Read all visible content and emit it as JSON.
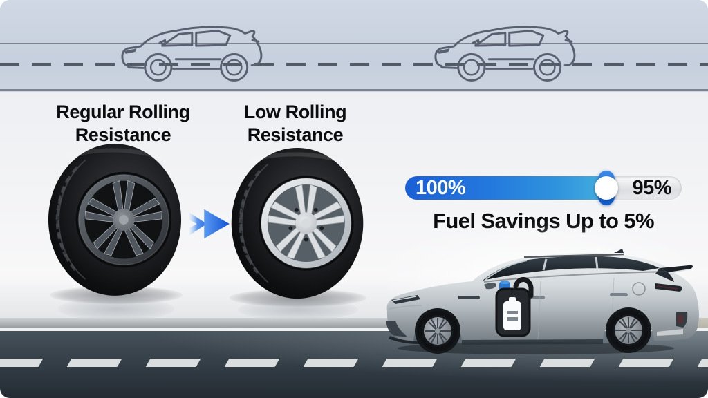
{
  "colors": {
    "sky_band": "#c6cfdd",
    "road_line": "#525a66",
    "accent_blue": "#1b60d6",
    "accent_cyan": "#45afdf",
    "track_gray": "#dcdee1",
    "asphalt": "#3a454e",
    "lane_marking": "#e8ebec",
    "text_dark": "#0b0c0d",
    "gauge_start_text": "#ffffff"
  },
  "header_band": {
    "icons": [
      "suv-outline-icon",
      "suv-outline-icon"
    ]
  },
  "comparison": {
    "left": {
      "title_line1": "Regular Rolling",
      "title_line2": "Resistance",
      "image": "tire-dark-alloy"
    },
    "right": {
      "title_line1": "Low Rolling",
      "title_line2": "Resistance",
      "image": "tire-silver-alloy"
    },
    "arrow_icon": "arrow-right-icon"
  },
  "fuel_gauge": {
    "start_label": "100%",
    "end_label": "95%",
    "caption": "Fuel Savings Up to 5%",
    "value_percent": 95,
    "handle_position_percent": 72.7
  },
  "scene": {
    "suv_image": "silver-suv-side-photo",
    "badge_icon": "fuel-pump-battery-icon",
    "road": "asphalt-with-lane-markings"
  }
}
